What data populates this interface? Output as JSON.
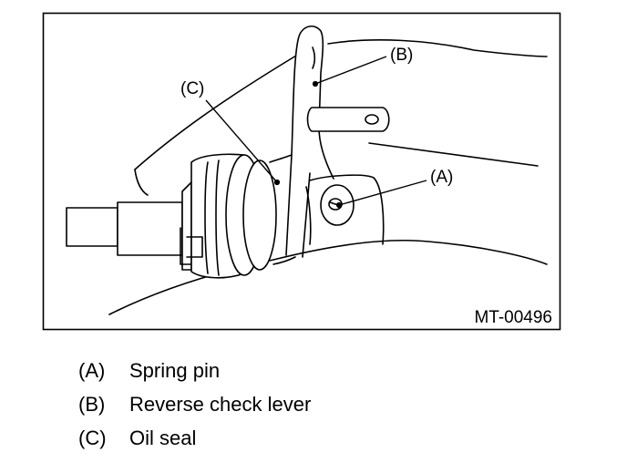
{
  "figure": {
    "code": "MT-00496",
    "callouts": {
      "a": "(A)",
      "b": "(B)",
      "c": "(C)"
    }
  },
  "legend": [
    {
      "key": "(A)",
      "text": "Spring pin"
    },
    {
      "key": "(B)",
      "text": "Reverse check lever"
    },
    {
      "key": "(C)",
      "text": "Oil seal"
    }
  ]
}
